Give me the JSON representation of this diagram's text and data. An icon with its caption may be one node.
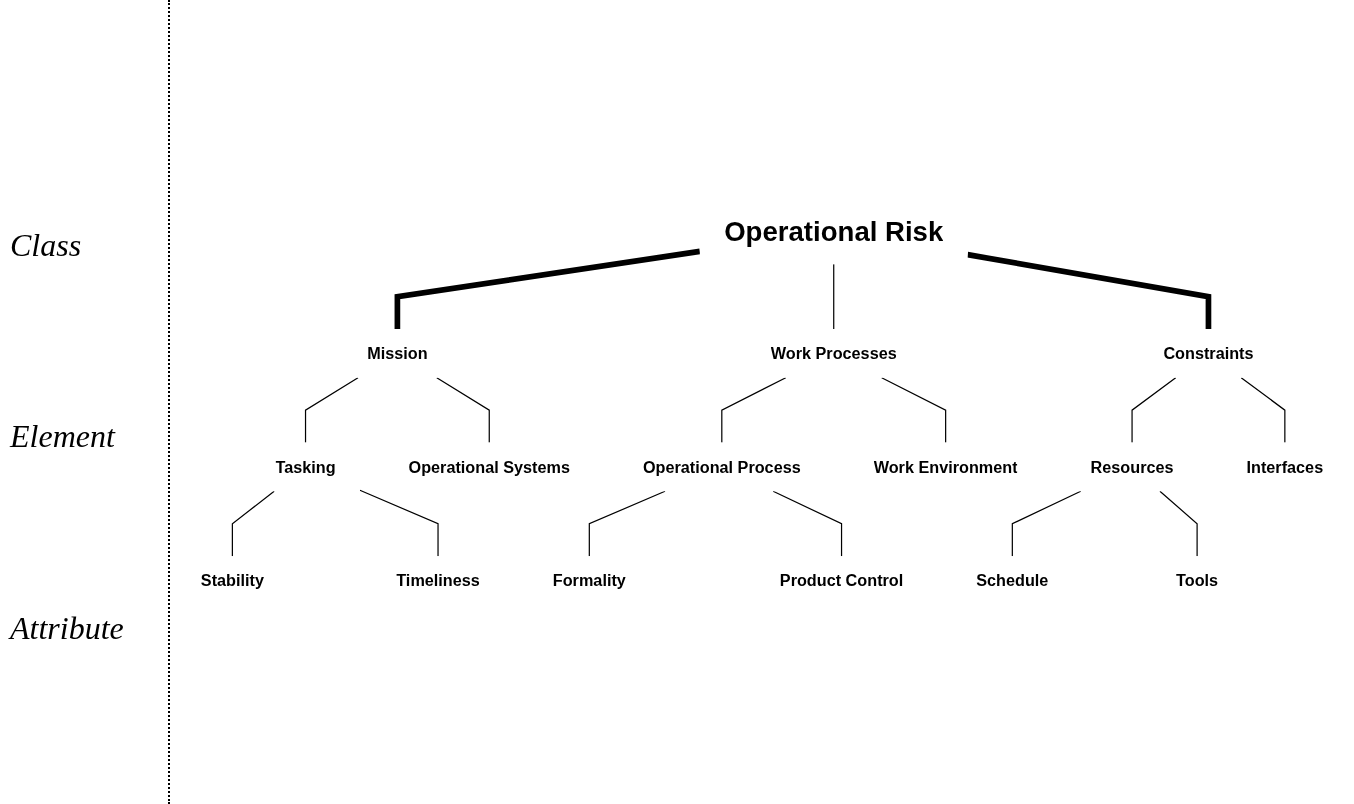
{
  "diagram": {
    "nodes": [
      {
        "text": [
          "Operational Risk"
        ]
      },
      {
        "text": [
          "Mission"
        ]
      },
      {
        "text": [
          "Work Processes"
        ]
      },
      {
        "text": [
          "Constraints"
        ]
      },
      {
        "text": [
          "Tasking"
        ]
      },
      {
        "text": [
          "Operational Systems"
        ]
      },
      {
        "text": [
          "Operational Process"
        ]
      },
      {
        "text": [
          "Work Environment"
        ]
      },
      {
        "text": [
          "Resources"
        ]
      },
      {
        "text": [
          "Interfaces"
        ]
      },
      {
        "text": [
          "Stability"
        ]
      },
      {
        "text": [
          "Timeliness"
        ]
      },
      {
        "text": [
          "Formality"
        ]
      },
      {
        "text": [
          "Product Control"
        ]
      },
      {
        "text": [
          "Schedule"
        ]
      },
      {
        "text": [
          "Tools"
        ]
      }
    ],
    "edges": [
      {
        "from": 0,
        "to": 1,
        "arrow": "none",
        "style": "thick"
      },
      {
        "from": 0,
        "to": 2,
        "arrow": "none"
      },
      {
        "from": 0,
        "to": 3,
        "arrow": "none",
        "style": "thick"
      },
      {
        "from": 1,
        "to": 4,
        "arrow": "none"
      },
      {
        "from": 1,
        "to": 5,
        "arrow": "none"
      },
      {
        "from": 2,
        "to": 6,
        "arrow": "none"
      },
      {
        "from": 2,
        "to": 7,
        "arrow": "none"
      },
      {
        "from": 3,
        "to": 8,
        "arrow": "none"
      },
      {
        "from": 3,
        "to": 9,
        "arrow": "none"
      },
      {
        "from": 4,
        "to": 10,
        "arrow": "none"
      },
      {
        "from": 4,
        "to": 11,
        "arrow": "none"
      },
      {
        "from": 6,
        "to": 12,
        "arrow": "none"
      },
      {
        "from": 6,
        "to": 13,
        "arrow": "none"
      },
      {
        "from": 8,
        "to": 14,
        "arrow": "none"
      },
      {
        "from": 8,
        "to": 15,
        "arrow": "none"
      }
    ],
    "labels": [
      "Class",
      "Element",
      "Attribute"
    ]
  }
}
